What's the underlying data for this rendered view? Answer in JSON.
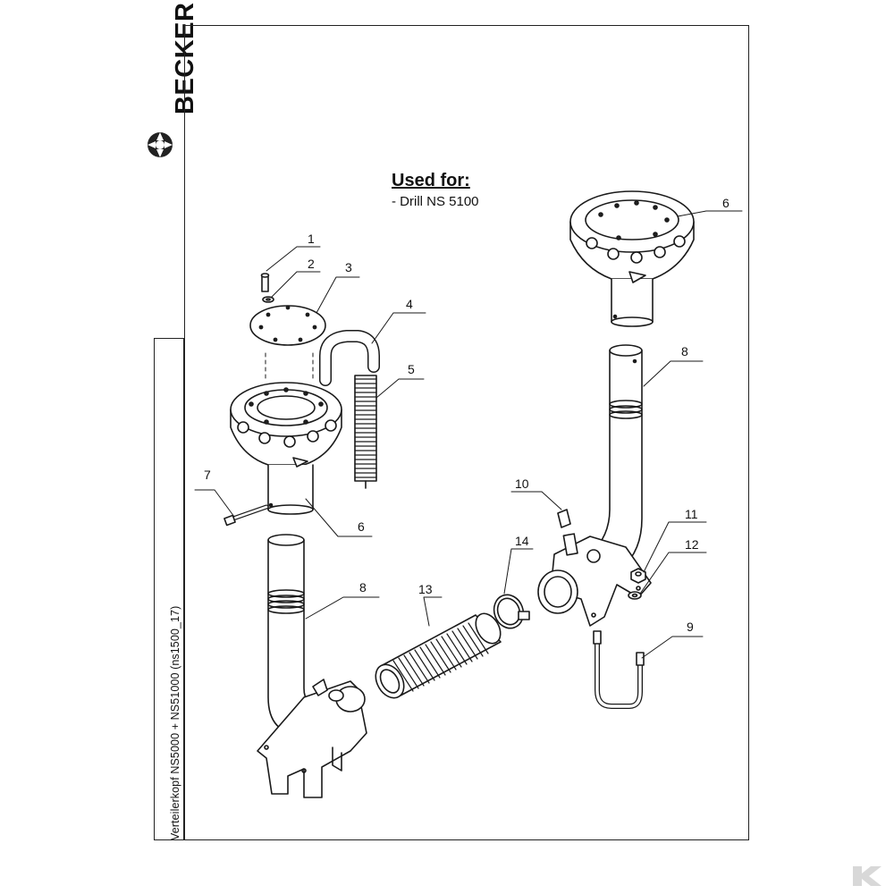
{
  "brand": {
    "name": "BECKER"
  },
  "sidebar": {
    "title": "Verteilerkopf  NS5000 + NS51000 (ns1500_17)"
  },
  "used_for": {
    "heading": "Used for:",
    "items": [
      "- Drill NS 5100"
    ]
  },
  "callouts": [
    "1",
    "2",
    "3",
    "4",
    "5",
    "6",
    "7",
    "6",
    "8",
    "13",
    "14",
    "10",
    "11",
    "12",
    "9",
    "8"
  ],
  "colors": {
    "line": "#1a1a1a",
    "fill": "#ffffff",
    "hatch": "#333333"
  }
}
